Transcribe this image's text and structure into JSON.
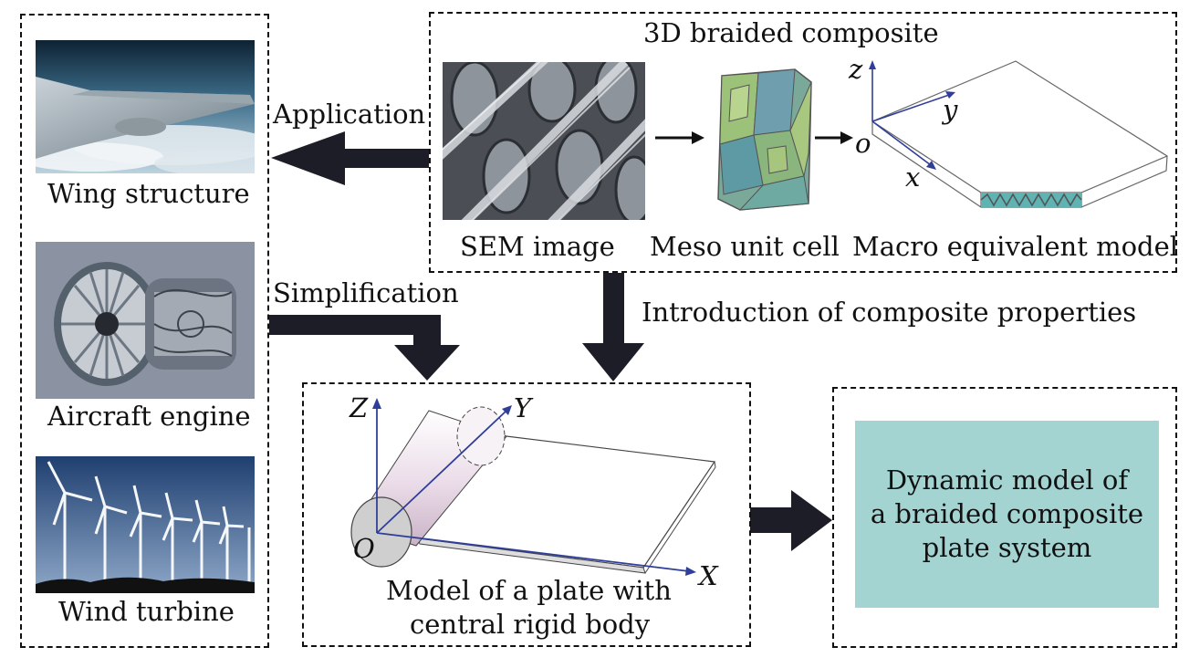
{
  "left_panel": {
    "wing_label": "Wing structure",
    "engine_label": "Aircraft engine",
    "turbine_label": "Wind turbine"
  },
  "composite_panel": {
    "title": "3D braided composite",
    "sem_label": "SEM image",
    "meso_label": "Meso unit cell",
    "macro_label": "Macro equivalent model",
    "axis_z": "z",
    "axis_y": "y",
    "axis_x": "x",
    "axis_o": "o"
  },
  "arrows": {
    "application": "Application",
    "simplification": "Simplification",
    "introduction": "Introduction of composite properties"
  },
  "plate_panel": {
    "caption_line1": "Model of a plate with",
    "caption_line2": "central rigid body",
    "axis_Z": "Z",
    "axis_Y": "Y",
    "axis_X": "X",
    "axis_O": "O"
  },
  "dynamic_panel": {
    "line1": "Dynamic model of",
    "line2": "a braided composite",
    "line3": "plate system",
    "fill_color": "#a3d4d2"
  }
}
